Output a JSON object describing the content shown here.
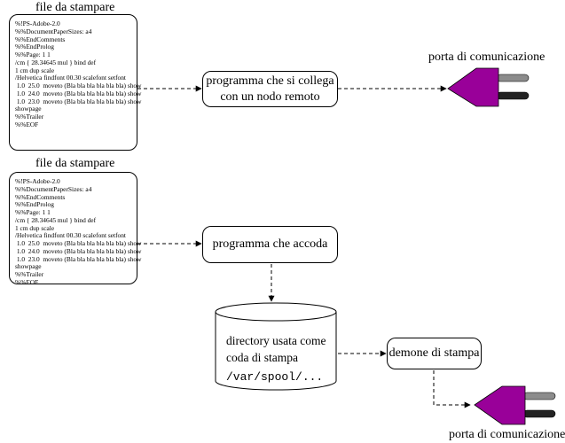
{
  "top": {
    "doc_title": "file da stampare",
    "doc_lines": [
      "%!PS-Adobe-2.0",
      "%%DocumentPaperSizes: a4",
      "%%EndComments",
      "%%EndProlog",
      "%%Page: 1 1",
      "/cm { 28.34645 mul } bind def",
      "1 cm dup scale",
      "/Helvetica findfont 00.30 scalefont setfont",
      " 1.0  25.0  moveto (Bla bla bla bla bla bla) show",
      " 1.0  24.0  moveto (Bla bla bla bla bla bla) show",
      " 1.0  23.0  moveto (Bla bla bla bla bla bla) show",
      "showpage",
      "%%Trailer",
      "%%EOF"
    ],
    "process_line1": "programma che si collega",
    "process_line2": "con un nodo remoto",
    "port_label": "porta di comunicazione"
  },
  "bottom": {
    "doc_title": "file da stampare",
    "doc_lines": [
      "%!PS-Adobe-2.0",
      "%%DocumentPaperSizes: a4",
      "%%EndComments",
      "%%EndProlog",
      "%%Page: 1 1",
      "/cm { 28.34645 mul } bind def",
      "1 cm dup scale",
      "/Helvetica findfont 00.30 scalefont setfont",
      " 1.0  25.0  moveto (Bla bla bla bla bla bla) show",
      " 1.0  24.0  moveto (Bla bla bla bla bla bla) show",
      " 1.0  23.0  moveto (Bla bla bla bla bla bla) show",
      "showpage",
      "%%Trailer",
      "%%EOF"
    ],
    "spooler_label": "programma che accoda",
    "queue_line1": "directory usata come",
    "queue_line2": "coda di stampa",
    "queue_path": "/var/spool/...",
    "daemon_label": "demone di stampa",
    "port_label": "porta di comunicazione"
  },
  "colors": {
    "plug_body": "#990099",
    "pin_upper": "#8c8c8c",
    "pin_lower": "#222222"
  }
}
